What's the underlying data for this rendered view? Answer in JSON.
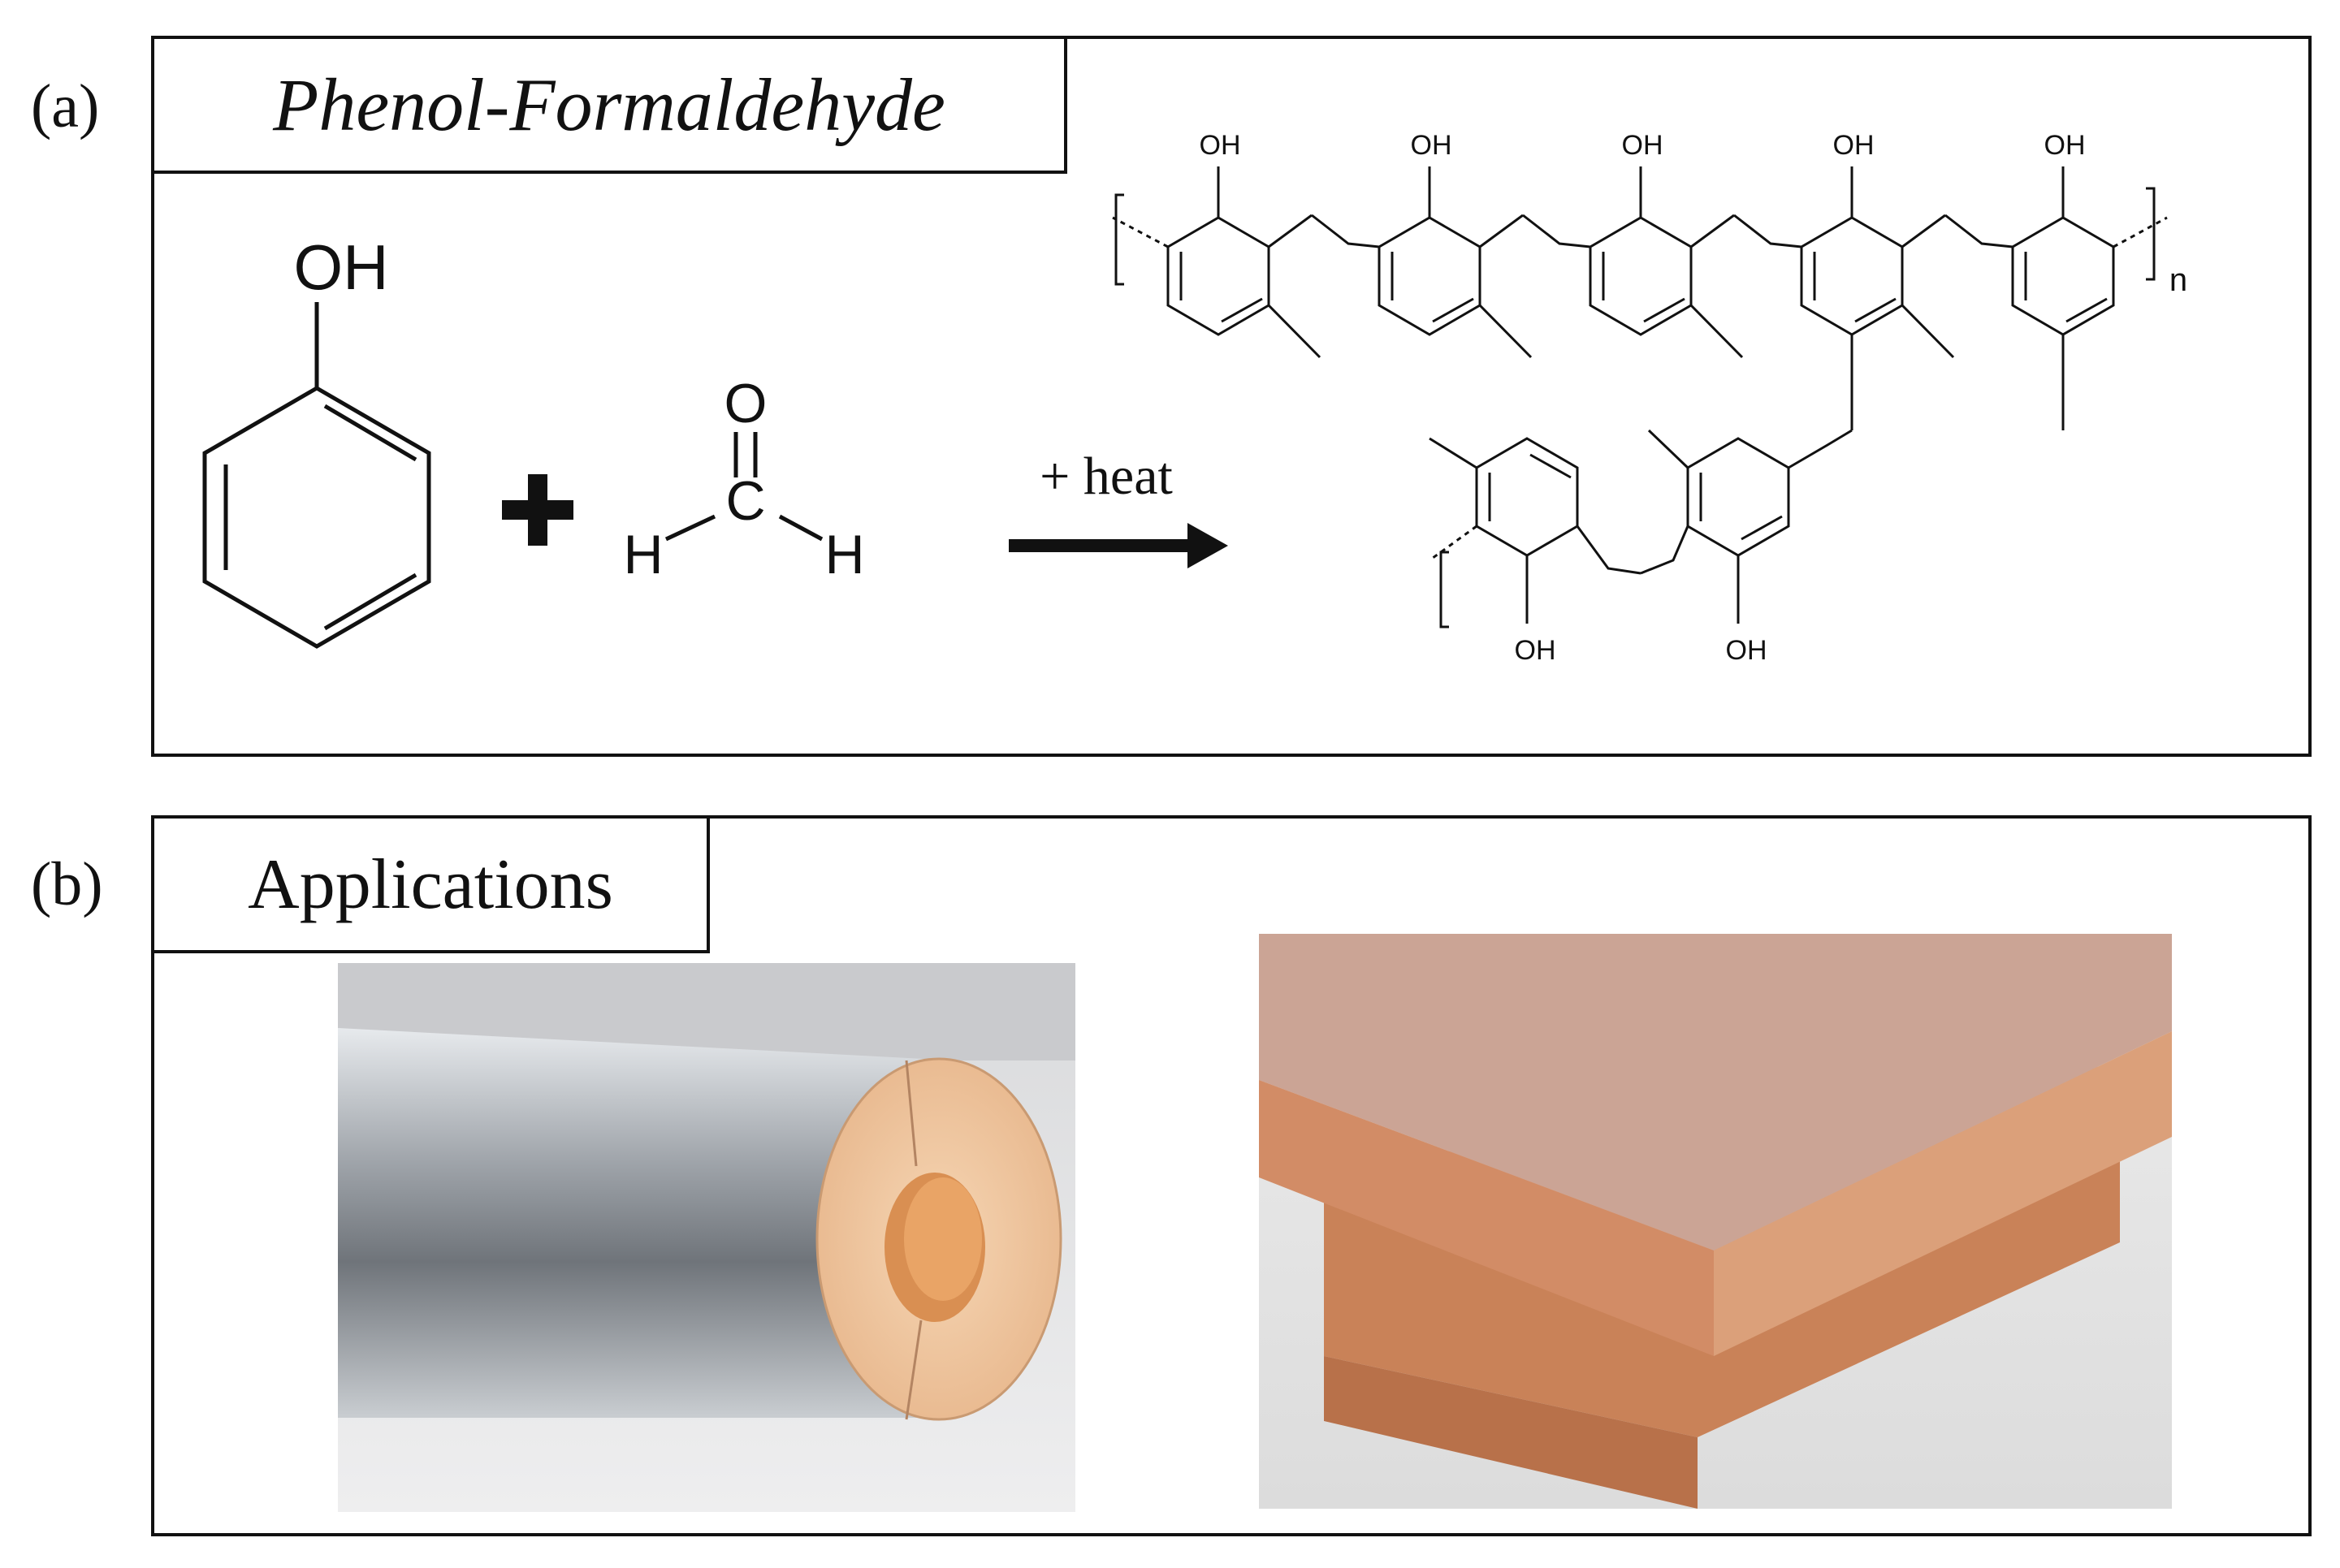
{
  "panel_a": {
    "letter": "(a)",
    "title": "Phenol-Formaldehyde",
    "phenol": {
      "oh": "OH"
    },
    "plus": "+",
    "formaldehyde": {
      "o": "O",
      "c": "C",
      "h_left": "H",
      "h_right": "H"
    },
    "arrow_label": "+ heat",
    "polymer": {
      "oh": "OH",
      "repeat": "n"
    }
  },
  "panel_b": {
    "letter": "(b)",
    "title": "Applications"
  },
  "colors": {
    "line": "#111111",
    "foil": "#b9bec4",
    "foam": "#f2c9a0",
    "board_top": "#c99a86",
    "board_side": "#cd8b64"
  }
}
